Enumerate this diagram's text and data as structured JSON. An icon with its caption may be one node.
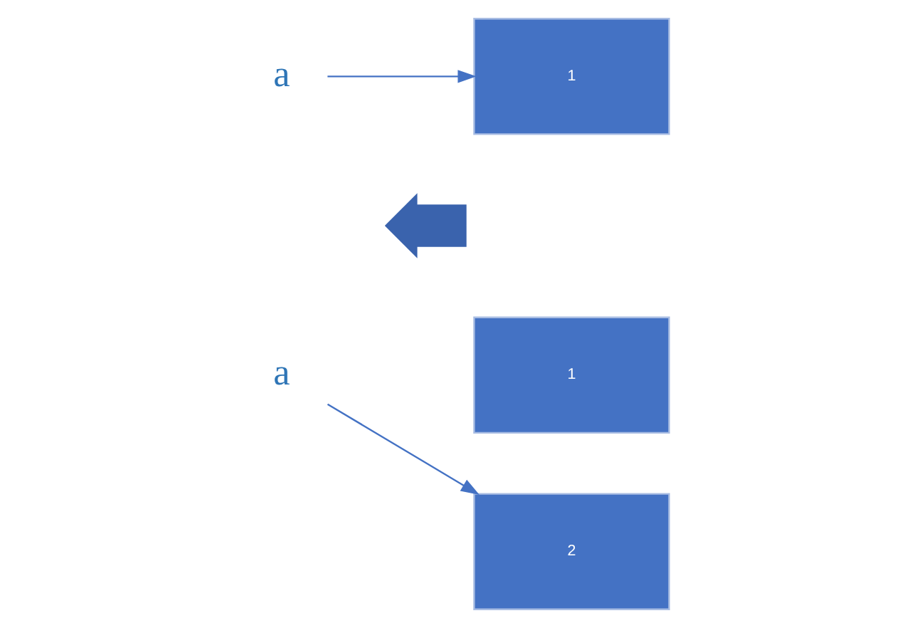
{
  "diagram": {
    "nodes": [
      {
        "text": [
          "a"
        ]
      },
      {
        "text": [
          "1"
        ]
      },
      {
        "text": [],
        "shape": "arrow"
      },
      {
        "text": [
          "a"
        ]
      },
      {
        "text": [
          "1"
        ]
      },
      {
        "text": [
          "2"
        ]
      }
    ],
    "edges": [
      {
        "from": 0,
        "to": 1,
        "arrow": "to"
      },
      {
        "from": 3,
        "to": 5,
        "arrow": "to"
      }
    ]
  }
}
